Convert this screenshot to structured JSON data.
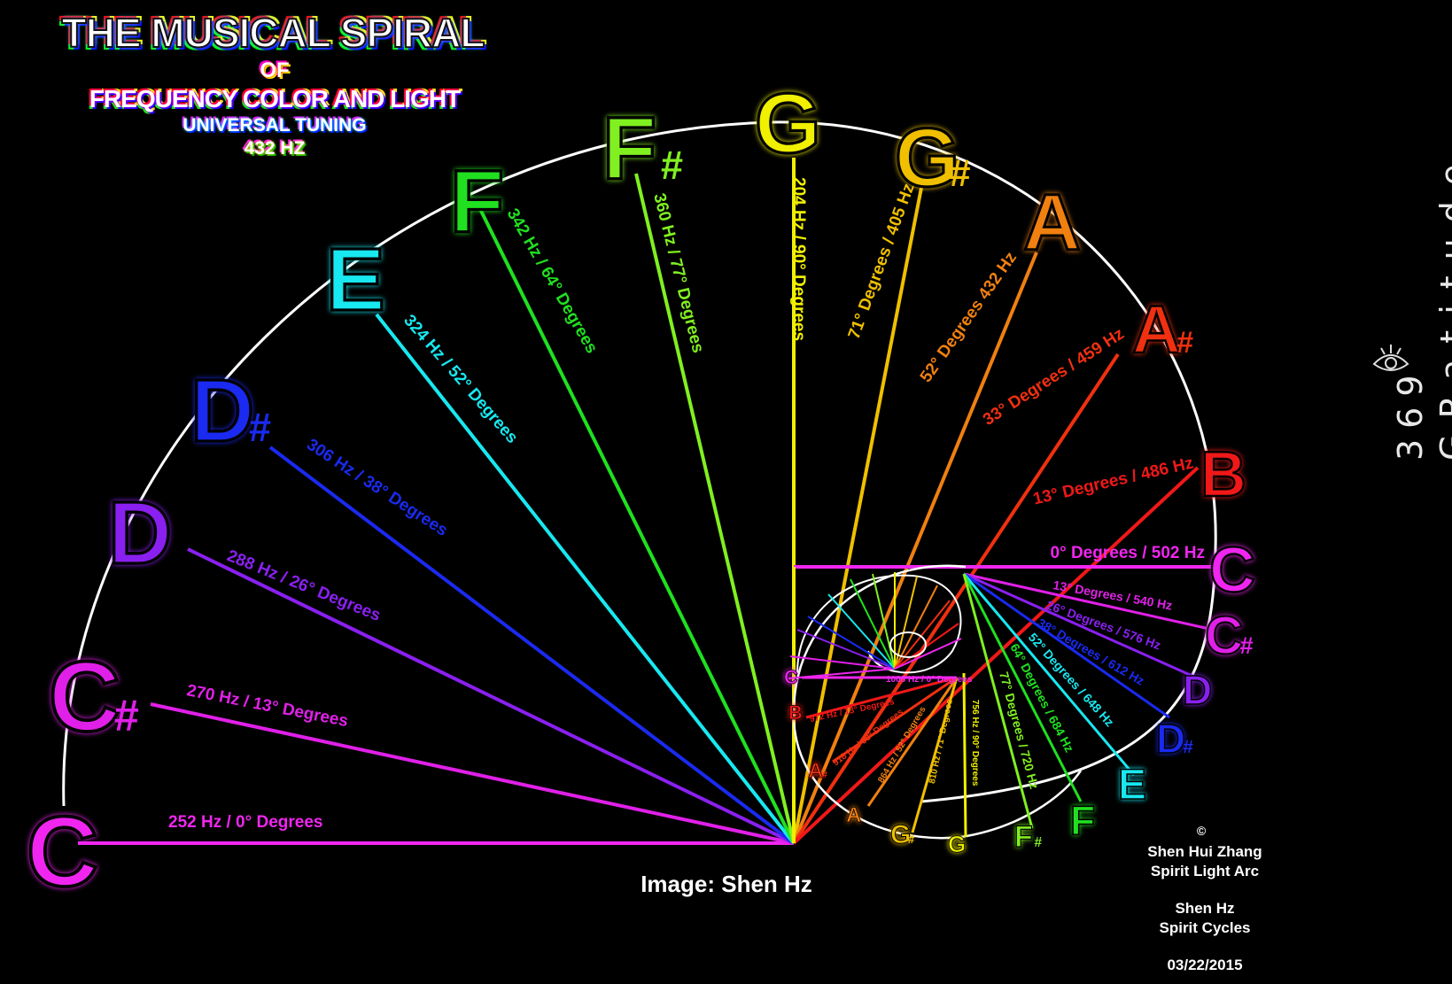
{
  "title": {
    "main": "THE MUSICAL SPIRAL",
    "of": "OF",
    "subtitle": "FREQUENCY COLOR AND LIGHT",
    "tuning": "UNIVERSAL TUNING",
    "hz": "432 HZ"
  },
  "image_credit": "Image: Shen Hz",
  "copyright": {
    "symbol": "©",
    "name": "Shen Hui Zhang",
    "line2": "Spirit Light Arc",
    "line3": "Shen Hz",
    "line4": "Spirit Cycles",
    "date": "03/22/2015"
  },
  "side_text": {
    "number": "369",
    "word": "GRatitude"
  },
  "icons": [
    "eye-icon"
  ],
  "colors": {
    "C": "#f026f0",
    "C#": "#e020e8",
    "D": "#8a20f0",
    "D#": "#1a2af0",
    "E": "#18e8f0",
    "F": "#20e020",
    "F#": "#80f020",
    "G": "#f0f000",
    "G#": "#f0c000",
    "A": "#f08010",
    "A#": "#f03010",
    "B": "#f01818"
  },
  "notes": [
    {
      "note": "C",
      "letter": "C",
      "sharp": "",
      "label": "252 Hz / 0° Degrees"
    },
    {
      "note": "C#",
      "letter": "C",
      "sharp": "#",
      "label": "270 Hz / 13° Degrees"
    },
    {
      "note": "D",
      "letter": "D",
      "sharp": "",
      "label": "288 Hz / 26° Degrees"
    },
    {
      "note": "D#",
      "letter": "D",
      "sharp": "#",
      "label": "306 Hz / 38° Degrees"
    },
    {
      "note": "E",
      "letter": "E",
      "sharp": "",
      "label": "324 Hz / 52° Degrees"
    },
    {
      "note": "F",
      "letter": "F",
      "sharp": "",
      "label": "342 Hz / 64° Degrees"
    },
    {
      "note": "F#",
      "letter": "F",
      "sharp": "#",
      "label": "360 Hz / 77° Degrees"
    },
    {
      "note": "G",
      "letter": "G",
      "sharp": "",
      "label": "204 Hz / 90° Degrees"
    },
    {
      "note": "G#",
      "letter": "G",
      "sharp": "#",
      "label": "71° Degrees / 405 Hz"
    },
    {
      "note": "A",
      "letter": "A",
      "sharp": "",
      "label": "52° Degrees 432 Hz"
    },
    {
      "note": "A#",
      "letter": "A",
      "sharp": "#",
      "label": "33° Degrees / 459 Hz"
    },
    {
      "note": "B",
      "letter": "B",
      "sharp": "",
      "label": "13° Degrees / 486 Hz"
    },
    {
      "note": "C",
      "letter": "C",
      "sharp": "",
      "label": "0° Degrees / 502 Hz"
    }
  ],
  "inner_notes": [
    {
      "note": "C#",
      "letter": "C",
      "sharp": "#",
      "label": "13° Degrees / 540 Hz"
    },
    {
      "note": "D",
      "letter": "D",
      "sharp": "",
      "label": "26° Degrees / 576 Hz"
    },
    {
      "note": "D#",
      "letter": "D",
      "sharp": "#",
      "label": "38° Degrees / 612 Hz"
    },
    {
      "note": "E",
      "letter": "E",
      "sharp": "",
      "label": "52° Degrees / 648 Hz"
    },
    {
      "note": "F",
      "letter": "F",
      "sharp": "",
      "label": "64° Degrees / 684 Hz"
    },
    {
      "note": "F#",
      "letter": "F",
      "sharp": "#",
      "label": "77° Degrees / 720 Hz"
    },
    {
      "note": "G",
      "letter": "G",
      "sharp": "",
      "label": "756 Hz / 90° Degrees"
    },
    {
      "note": "G#",
      "letter": "G",
      "sharp": "#",
      "label": "810 Hz / 71° Degrees"
    },
    {
      "note": "A",
      "letter": "A",
      "sharp": "",
      "label": "864 Hz / 52° Degrees"
    },
    {
      "note": "A#",
      "letter": "A",
      "sharp": "#",
      "label": "918 Hz / 33° Degrees"
    },
    {
      "note": "B",
      "letter": "B",
      "sharp": "",
      "label": "972 Hz / 13° Degrees"
    },
    {
      "note": "C",
      "letter": "C",
      "sharp": "",
      "label": "1008 Hz / 0° Degrees"
    }
  ]
}
